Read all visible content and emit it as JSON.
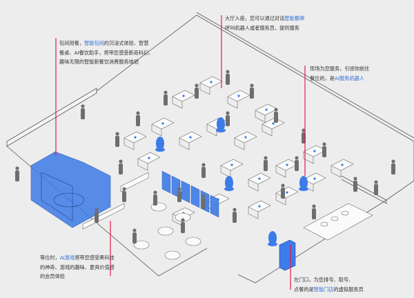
{
  "callouts": {
    "private_room": {
      "lines": [
        {
          "pre": "包间用餐，",
          "hl": "智能包间",
          "post": "的沉浸式体验、智慧"
        },
        {
          "pre": "餐桌、AI餐饮助手，将带您感受新奇科幻、",
          "hl": "",
          "post": ""
        },
        {
          "pre": "趣味无限的智能新餐饮消费服务体验",
          "hl": "",
          "post": ""
        }
      ]
    },
    "hall": {
      "lines": [
        {
          "pre": "大厅入座，您可以通过对话",
          "hl": "智能餐牌",
          "post": ""
        },
        {
          "pre": "呼叫机器人或者服务员，提供服务",
          "hl": "",
          "post": ""
        }
      ]
    },
    "robot": {
      "lines": [
        {
          "pre": "现场为您服务，引领你前往",
          "hl": "",
          "post": ""
        },
        {
          "pre": "餐位的，是",
          "hl": "AI服务机器人",
          "post": ""
        }
      ]
    },
    "waiting": {
      "lines": [
        {
          "pre": "等位时，",
          "hl": "AI游戏",
          "post": "将带您感受黑科技"
        },
        {
          "pre": "的神奇、游戏的趣味、更具价值感",
          "hl": "",
          "post": ""
        },
        {
          "pre": "的会员体验",
          "hl": "",
          "post": ""
        }
      ]
    },
    "entrance": {
      "lines": [
        {
          "pre": "在门口，为您排号、取号、",
          "hl": "",
          "post": ""
        },
        {
          "pre": "点餐的是",
          "hl": "智能门店",
          "post": "的虚拟服务员"
        }
      ]
    }
  },
  "colors": {
    "accent_blue": "#3d7be8",
    "highlight_text": "#2f6fd6",
    "leader_pink": "#e8194a",
    "background": "#ededed",
    "figure_gray": "#6e6e6e"
  }
}
